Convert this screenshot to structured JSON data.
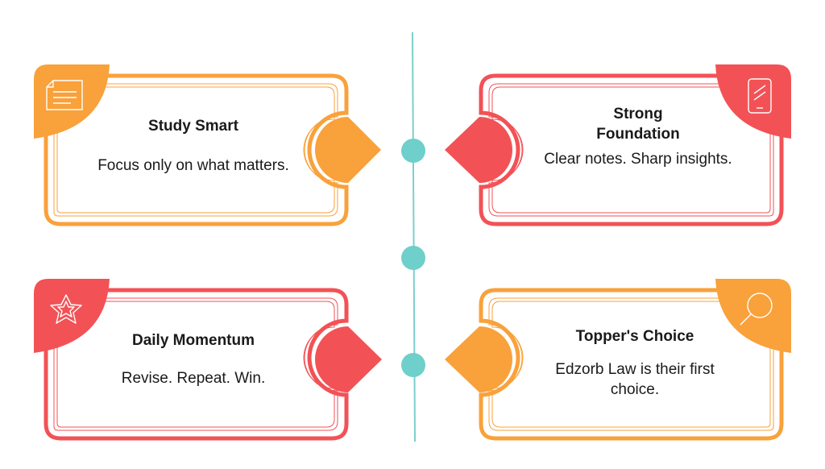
{
  "colors": {
    "orange": "#F9A13B",
    "red": "#F25256",
    "teal": "#6ECFCB",
    "timeline": "#7CCFCB"
  },
  "cards": [
    {
      "title": "Study Smart",
      "body": "Focus only on what matters.",
      "color": "orange",
      "icon": "document-icon"
    },
    {
      "title": "Strong\nFoundation",
      "body": "Clear notes. Sharp insights.",
      "color": "red",
      "icon": "tablet-icon"
    },
    {
      "title": "Daily Momentum",
      "body": "Revise. Repeat. Win.",
      "color": "red",
      "icon": "star-icon"
    },
    {
      "title": "Topper's Choice",
      "body": "Edzorb Law is their first\nchoice.",
      "color": "orange",
      "icon": "magnifier-icon"
    }
  ]
}
